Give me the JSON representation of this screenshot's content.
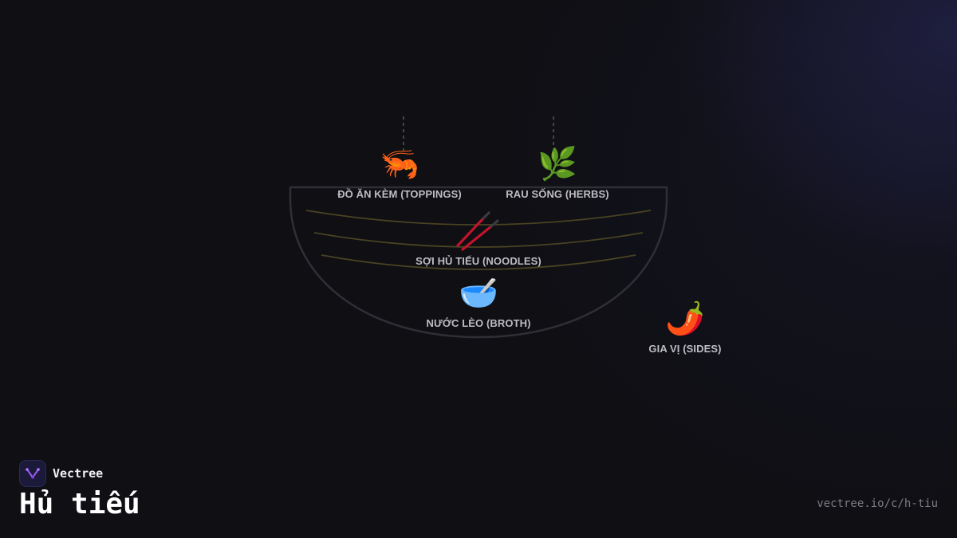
{
  "brand": {
    "name": "Vectree"
  },
  "page": {
    "title": "Hủ tiếu",
    "url": "vectree.io/c/h-tiu"
  },
  "diagram": {
    "nodes": {
      "toppings": {
        "emoji": "🦐",
        "label": "ĐỒ ĂN KÈM (TOPPINGS)"
      },
      "herbs": {
        "emoji": "🌿",
        "label": "RAU SỐNG (HERBS)"
      },
      "noodles": {
        "emoji": "chopsticks",
        "label": "SỢI HỦ TIẾU (NOODLES)"
      },
      "broth": {
        "emoji": "🥣",
        "label": "NƯỚC LÈO (BROTH)"
      },
      "sides": {
        "emoji": "🌶️",
        "label": "GIA VỊ (SIDES)"
      }
    },
    "colors": {
      "bowl_outline": "#2f2f36",
      "noodle_lines": "#4a4322",
      "connector": "#55555c",
      "chopstick_red": "#c0142a",
      "chopstick_tip": "#3a3a40"
    }
  }
}
